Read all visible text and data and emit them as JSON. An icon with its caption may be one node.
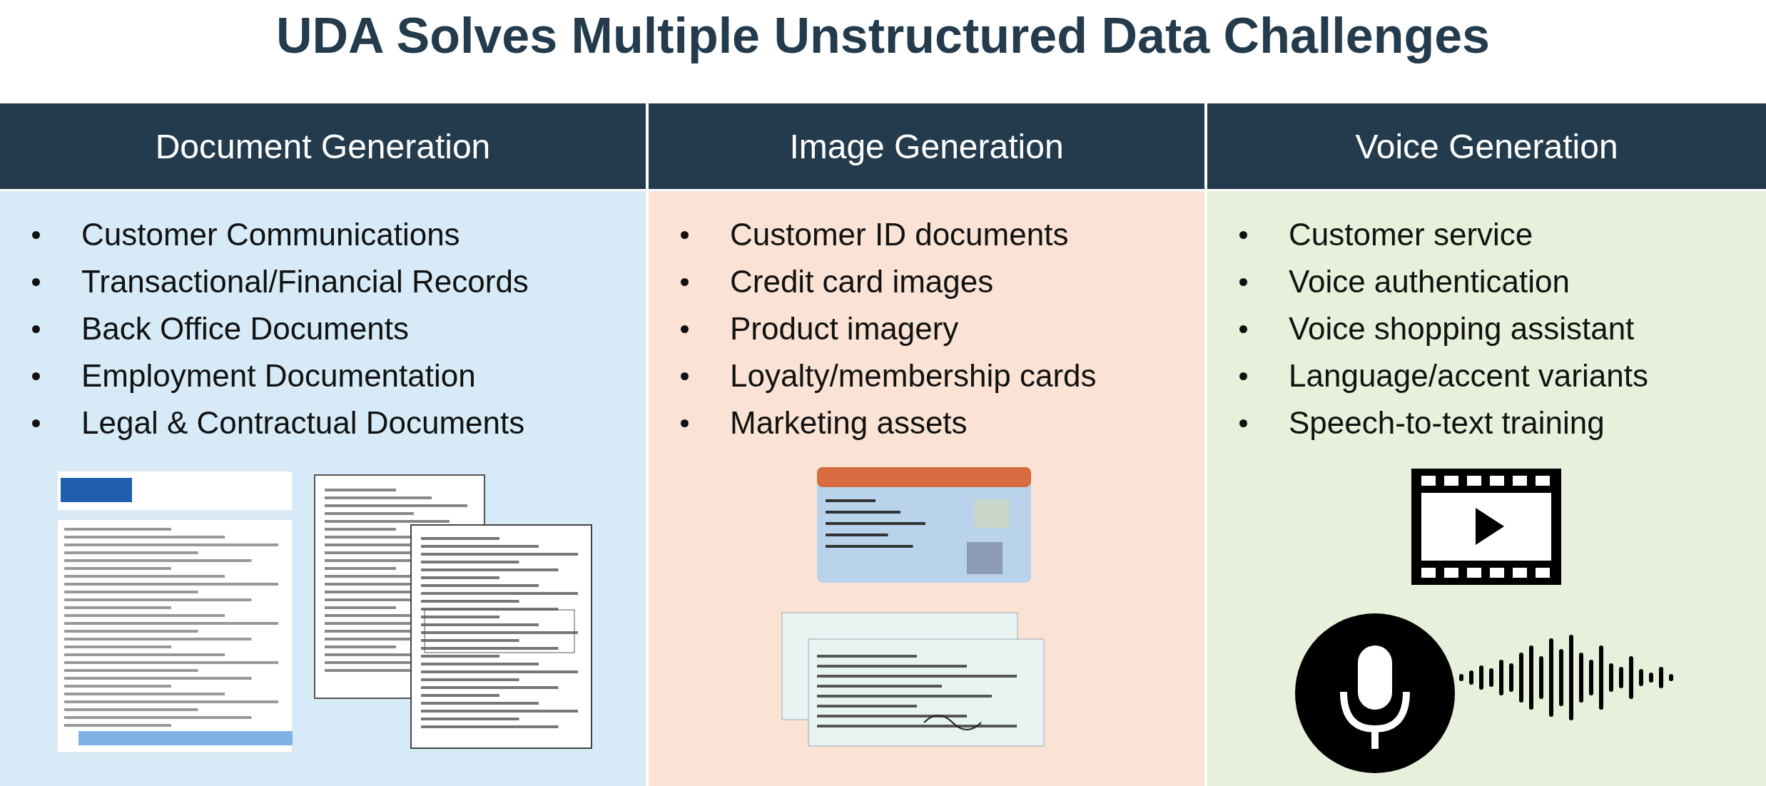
{
  "diagram": {
    "title": "UDA Solves Multiple Unstructured Data Challenges",
    "nodes": [
      {
        "text": [
          "Document Generation"
        ]
      },
      {
        "text": [
          "Customer Communications",
          "Transactional/Financial Records",
          "Back Office Documents",
          "Employment Documentation",
          "Legal & Contractual Documents"
        ]
      },
      {
        "text": [
          "Image Generation"
        ]
      },
      {
        "text": [
          "Customer ID documents",
          "Credit card images",
          "Product imagery",
          "Loyalty/membership cards",
          "Marketing assets"
        ]
      },
      {
        "text": [
          "Voice Generation"
        ]
      },
      {
        "text": [
          "Customer service",
          "Voice authentication",
          "Voice shopping assistant",
          "Language/accent variants",
          "Speech-to-text training"
        ]
      }
    ],
    "edges": []
  }
}
